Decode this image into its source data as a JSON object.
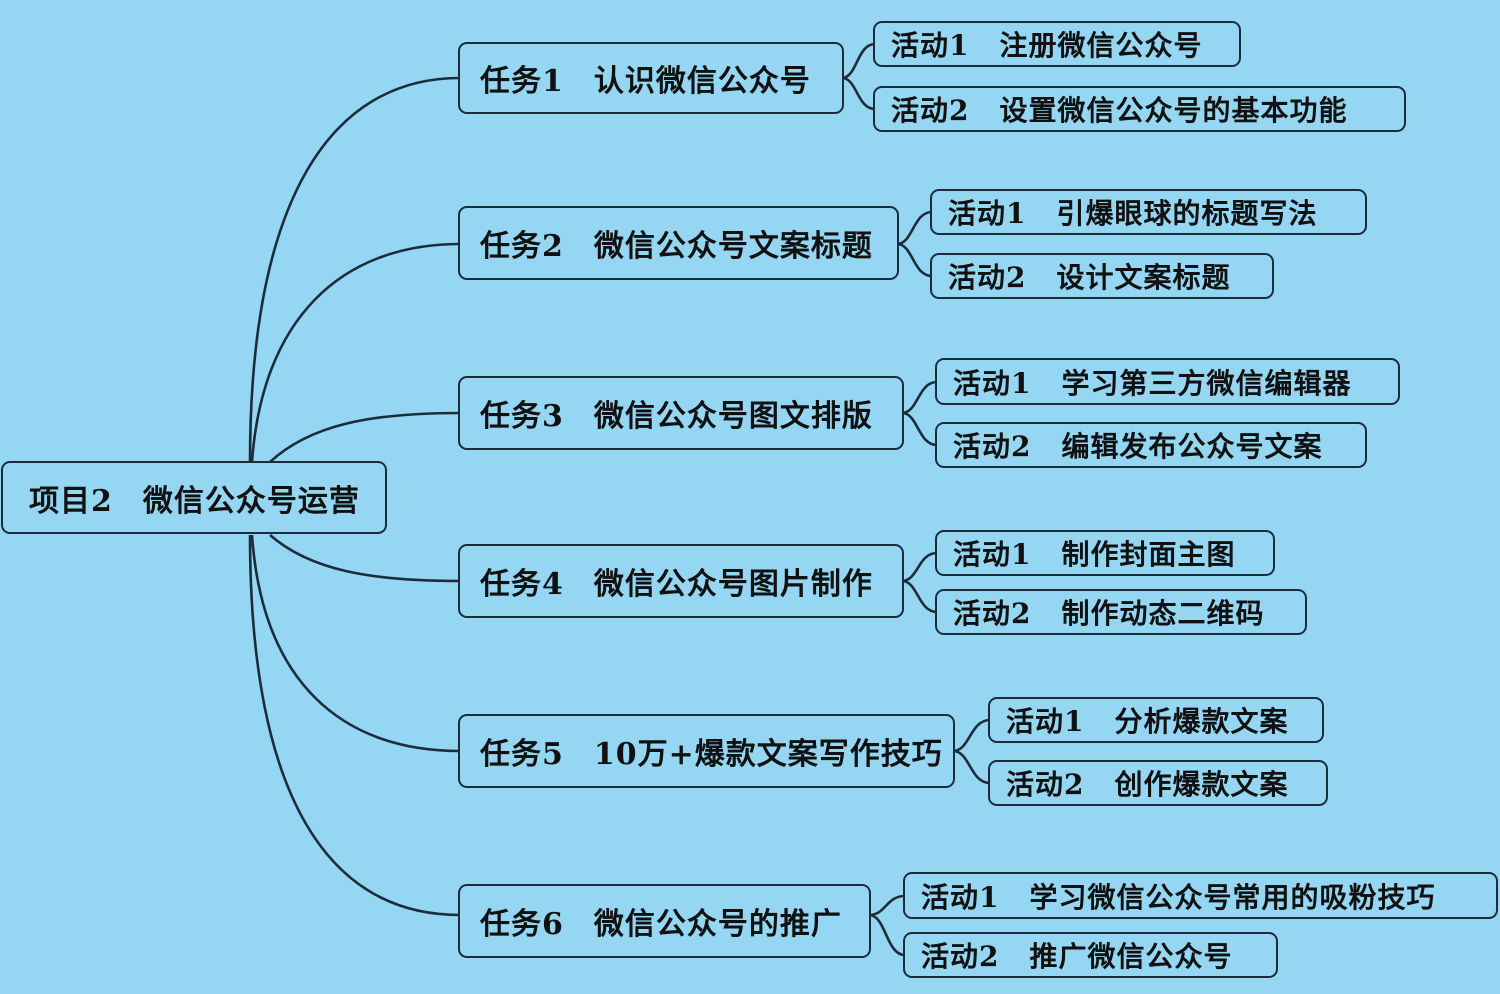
{
  "root": {
    "code": "项目2",
    "title": "微信公众号运营"
  },
  "tasks": [
    {
      "code": "任务1",
      "title": "认识微信公众号",
      "activities": [
        {
          "code": "活动1",
          "title": "注册微信公众号"
        },
        {
          "code": "活动2",
          "title": "设置微信公众号的基本功能"
        }
      ]
    },
    {
      "code": "任务2",
      "title": "微信公众号文案标题",
      "activities": [
        {
          "code": "活动1",
          "title": "引爆眼球的标题写法"
        },
        {
          "code": "活动2",
          "title": "设计文案标题"
        }
      ]
    },
    {
      "code": "任务3",
      "title": "微信公众号图文排版",
      "activities": [
        {
          "code": "活动1",
          "title": "学习第三方微信编辑器"
        },
        {
          "code": "活动2",
          "title": "编辑发布公众号文案"
        }
      ]
    },
    {
      "code": "任务4",
      "title": "微信公众号图片制作",
      "activities": [
        {
          "code": "活动1",
          "title": "制作封面主图"
        },
        {
          "code": "活动2",
          "title": "制作动态二维码"
        }
      ]
    },
    {
      "code": "任务5",
      "title": "10万+爆款文案写作技巧",
      "activities": [
        {
          "code": "活动1",
          "title": "分析爆款文案"
        },
        {
          "code": "活动2",
          "title": "创作爆款文案"
        }
      ]
    },
    {
      "code": "任务6",
      "title": "微信公众号的推广",
      "activities": [
        {
          "code": "活动1",
          "title": "学习微信公众号常用的吸粉技巧"
        },
        {
          "code": "活动2",
          "title": "推广微信公众号"
        }
      ]
    }
  ]
}
